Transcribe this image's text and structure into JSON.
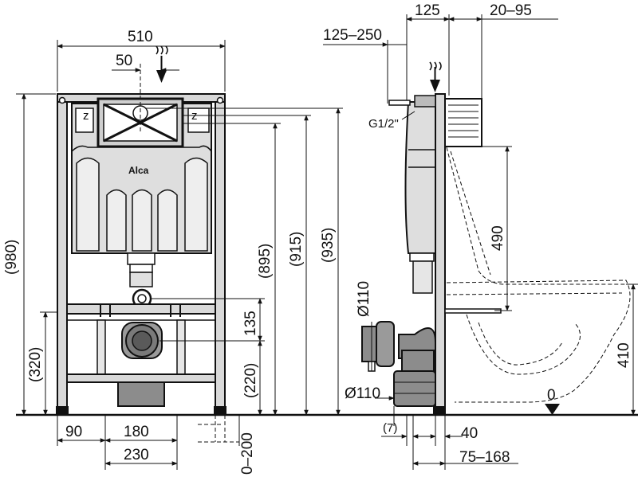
{
  "drawing": {
    "front_view": {
      "width_total": "510",
      "pipe_offset": "50",
      "height_frame": "(980)",
      "height_895": "(895)",
      "height_915": "(915)",
      "height_935": "(935)",
      "height_320": "(320)",
      "dim_135": "135",
      "height_220": "(220)",
      "bottom_90": "90",
      "bottom_180": "180",
      "bottom_230": "230",
      "adjust_0_200": "0–200",
      "brand": "Alca"
    },
    "side_view": {
      "top_125": "125",
      "top_20_95": "20–95",
      "top_125_250": "125–250",
      "inlet": "G1/2\"",
      "dia_110_upper": "Ø110",
      "dia_110_lower": "Ø110",
      "dim_490": "490",
      "dim_410": "410",
      "zero_mark": "0",
      "bottom_7": "(7)",
      "bottom_40": "40",
      "bottom_75_168": "75–168"
    }
  }
}
